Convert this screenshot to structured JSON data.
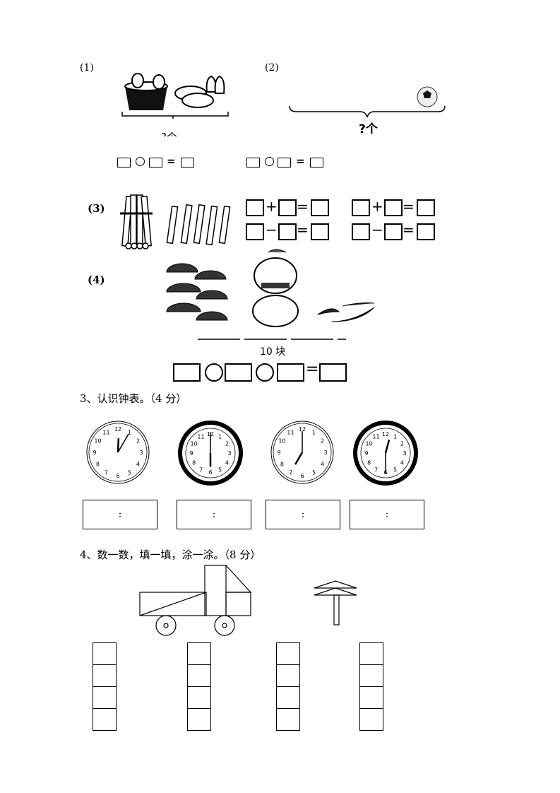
{
  "problems": {
    "p1": {
      "label": "(1)",
      "caption": "?个"
    },
    "p2": {
      "label": "(2)",
      "caption": "?个"
    },
    "p3": {
      "label": "(3)",
      "ops": [
        "+",
        "=",
        "−",
        "="
      ]
    },
    "p4": {
      "label": "(4)",
      "caption": "10 块"
    },
    "equals": "="
  },
  "section3": {
    "title": "3、认识钟表。（4 分）",
    "answer_separator": ":"
  },
  "section4": {
    "title": "4、数一数，填一填，涂一涂。（8 分）"
  }
}
